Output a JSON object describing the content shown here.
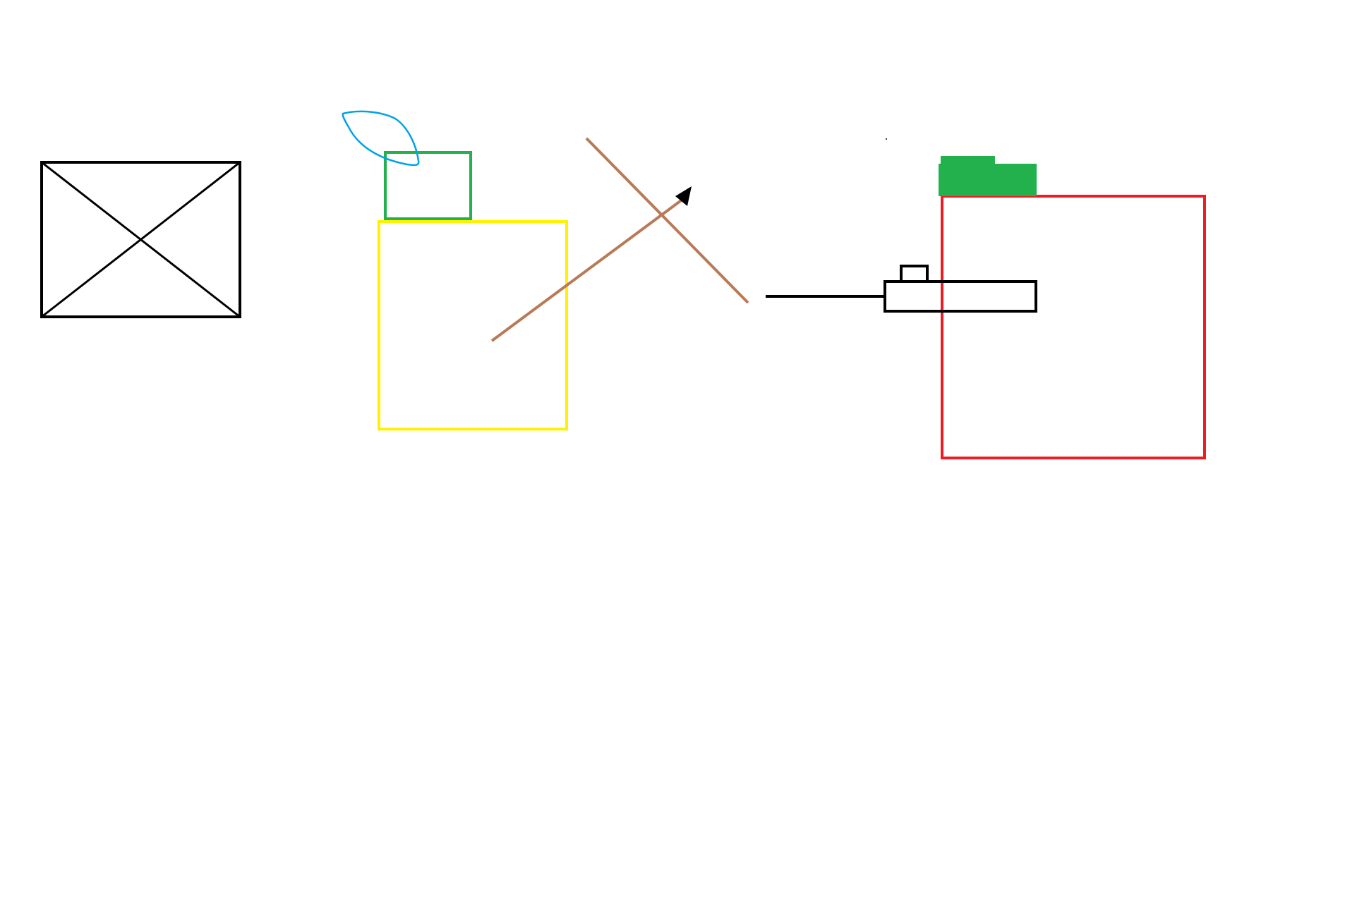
{
  "canvas": {
    "background": "#ffffff"
  },
  "colors": {
    "black": "#000000",
    "green": "#22b14c",
    "blue": "#00a2e8",
    "yellow": "#fff200",
    "brown": "#b97a57",
    "red": "#ed1c24"
  },
  "shapes": [
    "crossed-box",
    "leaf-outline",
    "green-box",
    "yellow-box",
    "brown-cross-line",
    "brown-arrow",
    "black-line",
    "tank-shape",
    "green-block",
    "red-box"
  ]
}
